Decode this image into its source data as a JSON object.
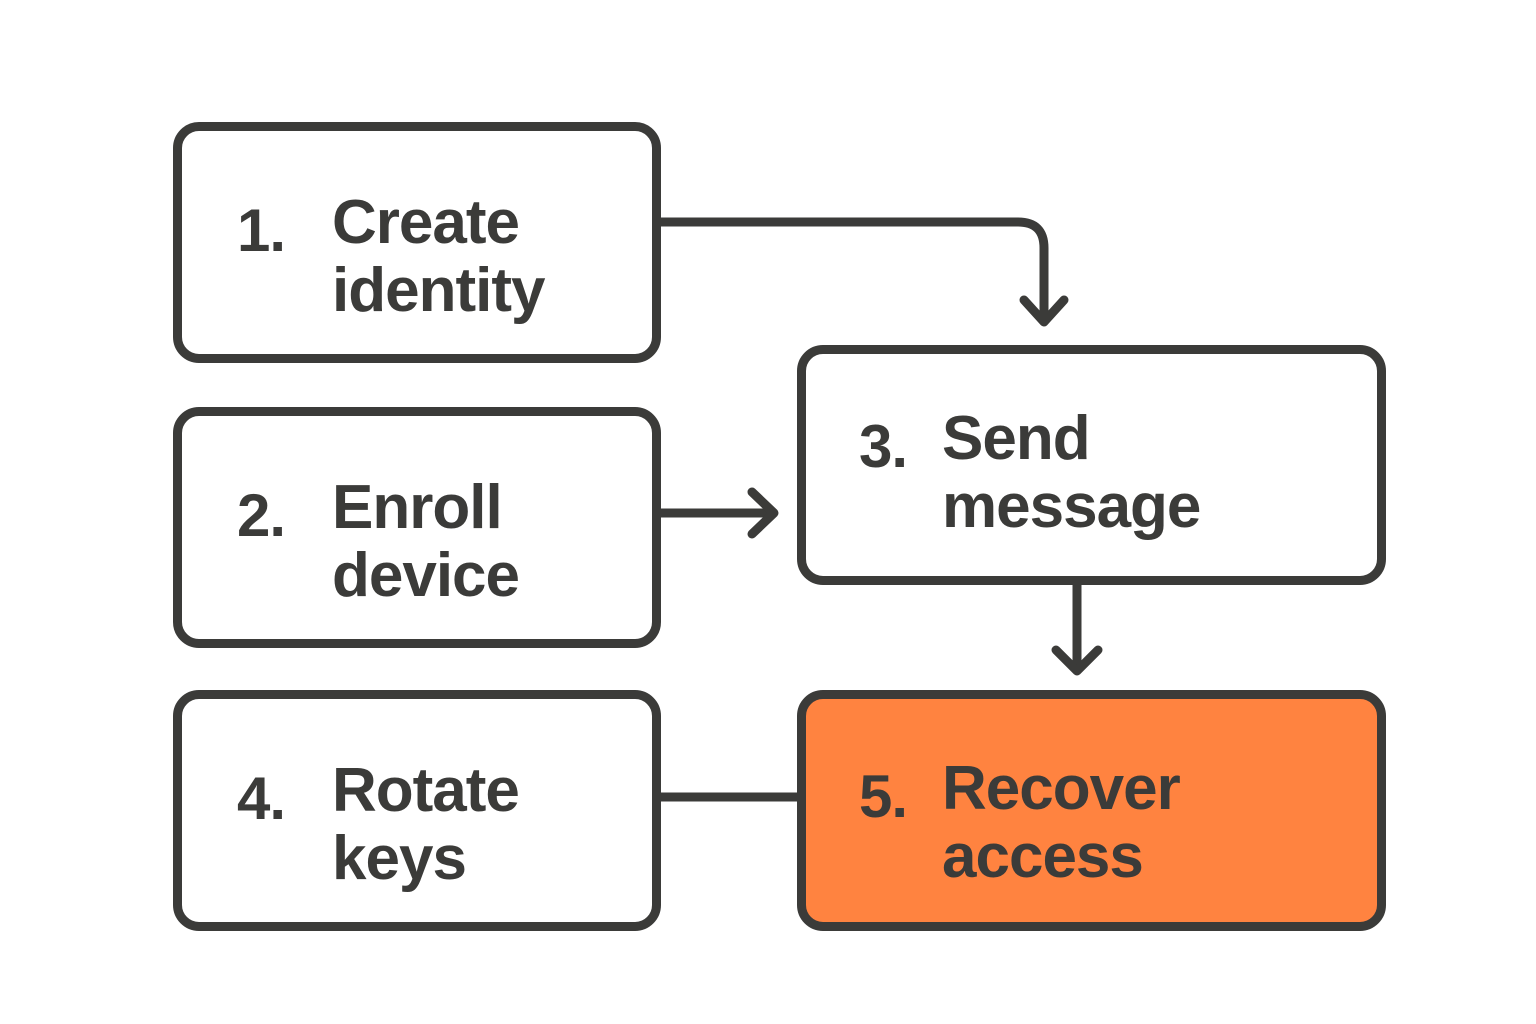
{
  "steps": [
    {
      "id": "1",
      "number": "1.",
      "lines": [
        "Create",
        "identity"
      ],
      "highlighted": false
    },
    {
      "id": "2",
      "number": "2.",
      "lines": [
        "Enroll",
        "device"
      ],
      "highlighted": false
    },
    {
      "id": "3",
      "number": "3.",
      "lines": [
        "Send",
        "message"
      ],
      "highlighted": false
    },
    {
      "id": "4",
      "number": "4.",
      "lines": [
        "Rotate",
        "keys"
      ],
      "highlighted": false
    },
    {
      "id": "5",
      "number": "5.",
      "lines": [
        "Recover",
        "access"
      ],
      "highlighted": true
    }
  ],
  "connections": [
    {
      "from": "1",
      "to": "3",
      "arrow": true
    },
    {
      "from": "2",
      "to": "3",
      "arrow": true
    },
    {
      "from": "3",
      "to": "5",
      "arrow": true
    },
    {
      "from": "4",
      "to": "5",
      "arrow": false
    }
  ],
  "colors": {
    "stroke": "#3b3b39",
    "box_fill": "#ffffff",
    "highlight_fill": "#ff8340",
    "background": "#ffffff"
  }
}
